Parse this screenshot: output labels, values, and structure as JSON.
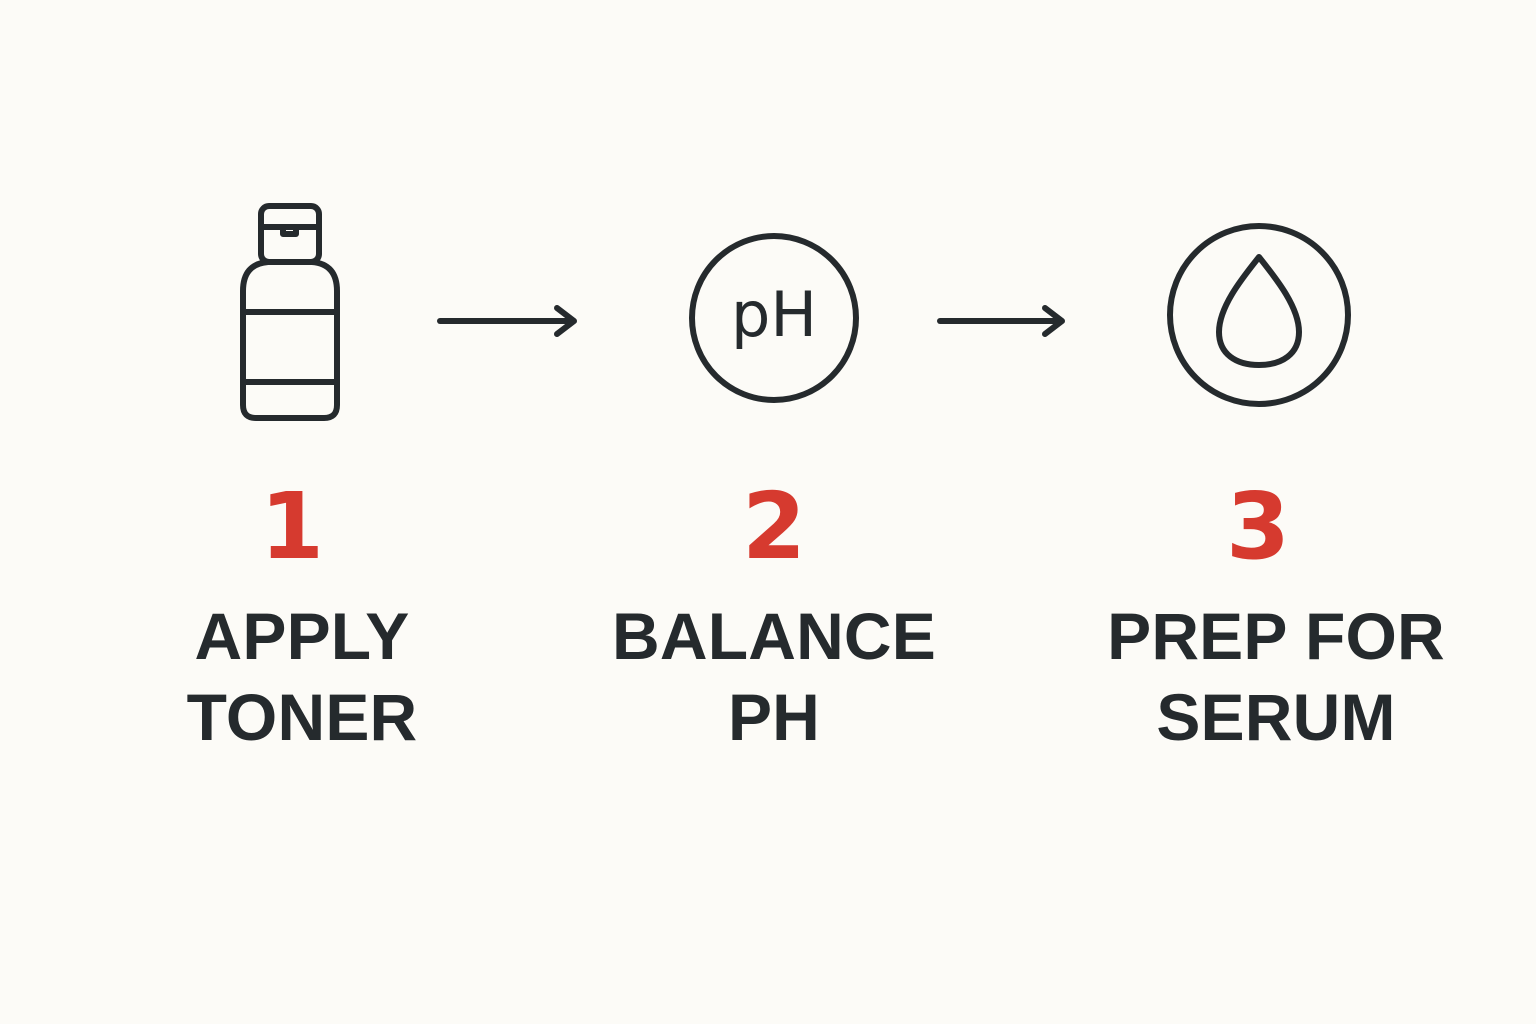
{
  "steps": [
    {
      "number": "1",
      "label_lines": [
        "APPLY",
        "TONER"
      ],
      "icon": "bottle-icon"
    },
    {
      "number": "2",
      "label_lines": [
        "BALANCE",
        "PH"
      ],
      "icon": "ph-circle-icon",
      "icon_text": "pH"
    },
    {
      "number": "3",
      "label_lines": [
        "PREP FOR",
        "SERUM"
      ],
      "icon": "droplet-circle-icon"
    }
  ],
  "connectors": [
    "right-arrow-icon",
    "right-arrow-icon"
  ],
  "colors": {
    "background": "#fcfbf7",
    "ink": "#252a2d",
    "accent": "#d63a2f"
  }
}
